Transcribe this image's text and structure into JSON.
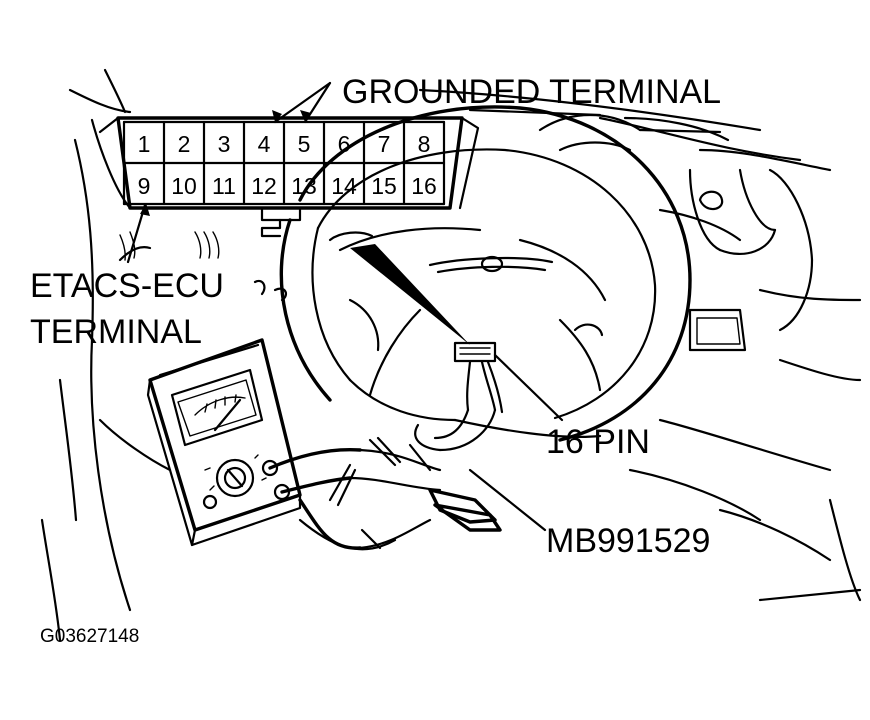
{
  "labels": {
    "grounded_terminal": "GROUNDED TERMINAL",
    "etacs_line1": "ETACS-ECU",
    "etacs_line2": "TERMINAL",
    "sixteen_pin": "16 PIN",
    "tool_number": "MB991529",
    "figure_id": "G03627148"
  },
  "connector": {
    "top_row": [
      "1",
      "2",
      "3",
      "4",
      "5",
      "6",
      "7",
      "8"
    ],
    "bottom_row": [
      "9",
      "10",
      "11",
      "12",
      "13",
      "14",
      "15",
      "16"
    ]
  },
  "icons": {
    "multimeter": "multimeter-icon",
    "steering_wheel": "steering-wheel-icon",
    "connector": "diagnostic-connector-icon",
    "emblem": "wing-emblem-icon"
  }
}
